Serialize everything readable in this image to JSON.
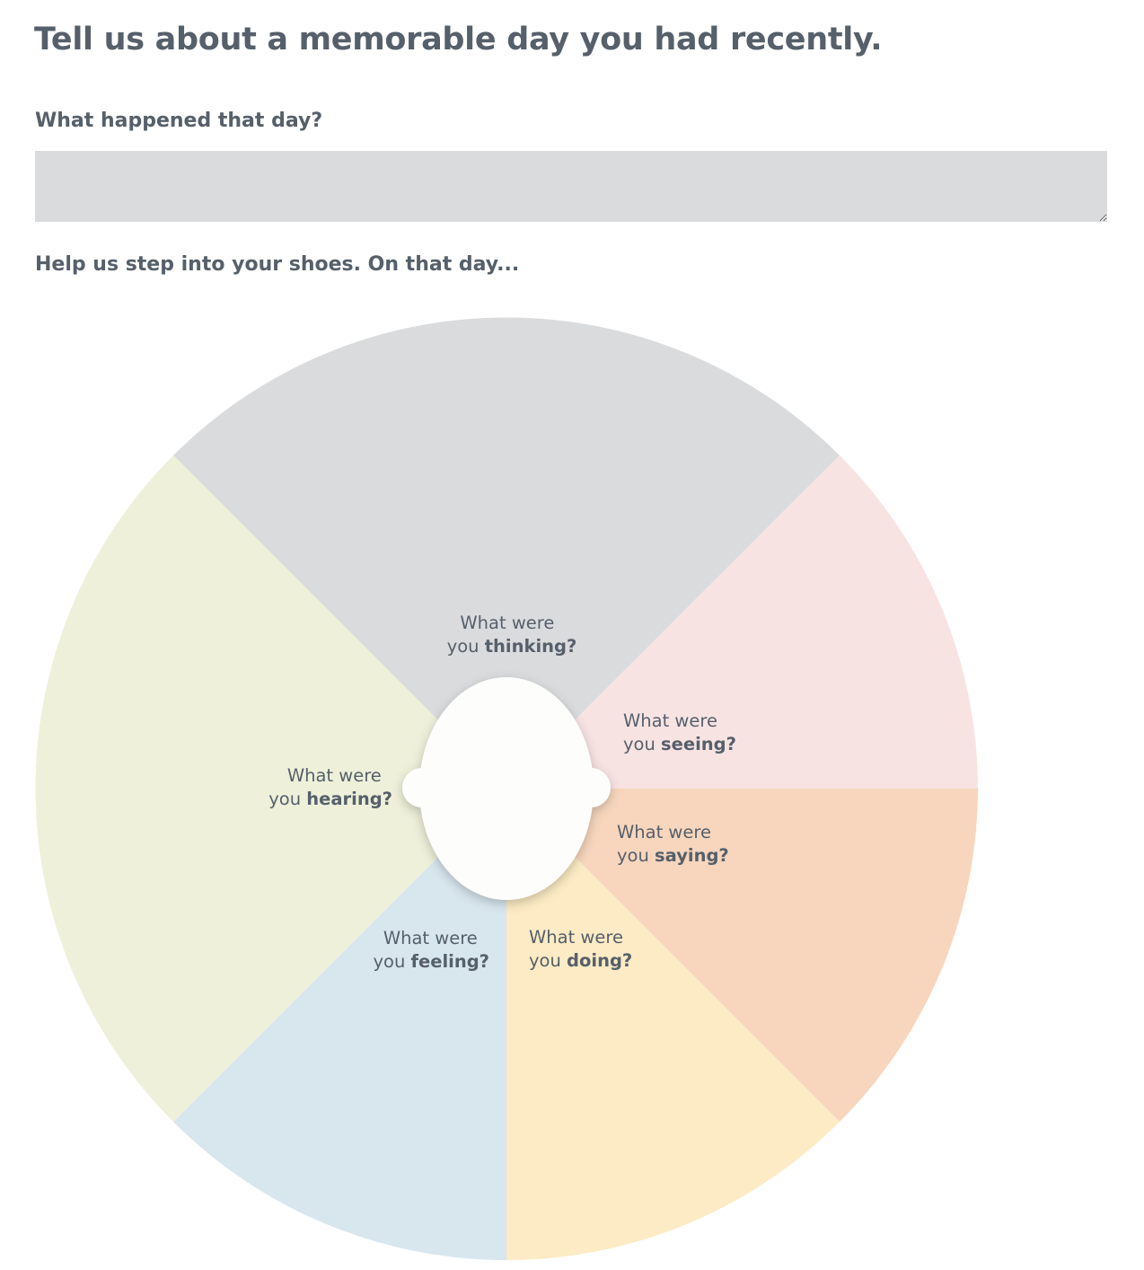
{
  "heading": "Tell us about a memorable day you had recently.",
  "question_what_happened": "What happened that day?",
  "answer_what_happened": "",
  "question_shoes": "Help us step into your shoes. On that day...",
  "wheel": {
    "segments": [
      {
        "key": "thinking",
        "line1": "What were",
        "prefix": "you ",
        "emphasis": "thinking?",
        "color": "#dadbdd"
      },
      {
        "key": "seeing",
        "line1": "What were",
        "prefix": "you ",
        "emphasis": "seeing?",
        "color": "#f8e3e3"
      },
      {
        "key": "saying",
        "line1": "What were",
        "prefix": "you ",
        "emphasis": "saying?",
        "color": "#f7d6bd"
      },
      {
        "key": "doing",
        "line1": "What were",
        "prefix": "you ",
        "emphasis": "doing?",
        "color": "#fcebc4"
      },
      {
        "key": "feeling",
        "line1": "What were",
        "prefix": "you ",
        "emphasis": "feeling?",
        "color": "#d8e6ee"
      },
      {
        "key": "hearing",
        "line1": "What were",
        "prefix": "you ",
        "emphasis": "hearing?",
        "color": "#eef0da"
      }
    ],
    "head_color": "#fdfdfc",
    "text_color": "#56606b"
  }
}
